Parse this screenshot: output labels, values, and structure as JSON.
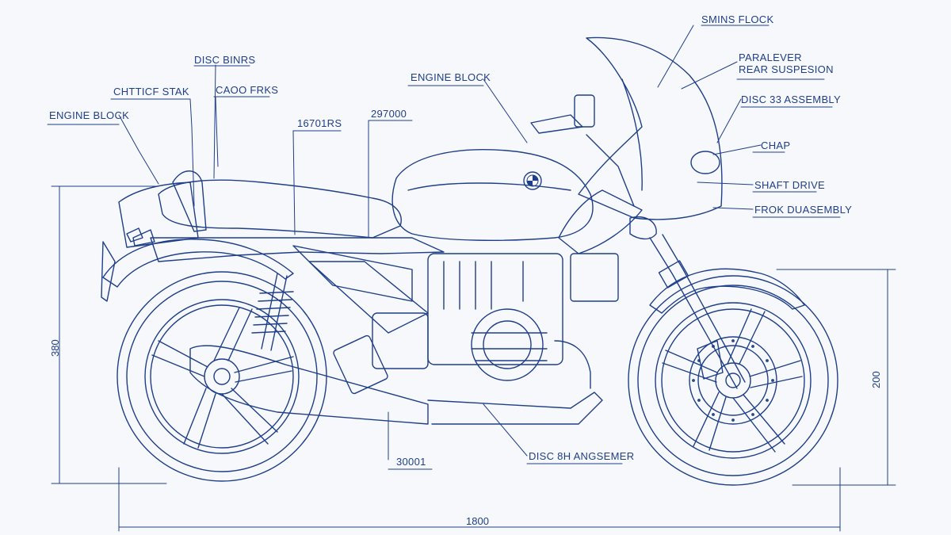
{
  "colors": {
    "ink": "#1f3f8a",
    "paper": "#f7f8fb"
  },
  "callouts": {
    "chitic_stak": "CHTTICF STAK",
    "engine_block_left": "ENGINE BLOCK",
    "disc_binrs": "DISC BINRS",
    "caoo_frks": "CAOO FRKS",
    "num_16701rs": "16701RS",
    "num_297000": "297000",
    "engine_block_top": "ENGINE BLOCK",
    "smins_flock": "SMINS FLOCK",
    "paralever": "PARALEVER\nREAR SUSPESION",
    "disc_33_assembly": "DISC 33 ASSEMBLY",
    "chap": "CHAP",
    "shaft_drive": "SHAFT DRIVE",
    "frok_duasembly": "FROK DUASEMBLY",
    "num_30001": "30001",
    "disc_8h_angsemer": "DISC 8H ANGSEMER"
  },
  "dimensions": {
    "height_rear": "380",
    "height_front": "200",
    "overall_length": "1800"
  },
  "icons": {
    "tank_badge": "bmw-roundel-icon"
  }
}
